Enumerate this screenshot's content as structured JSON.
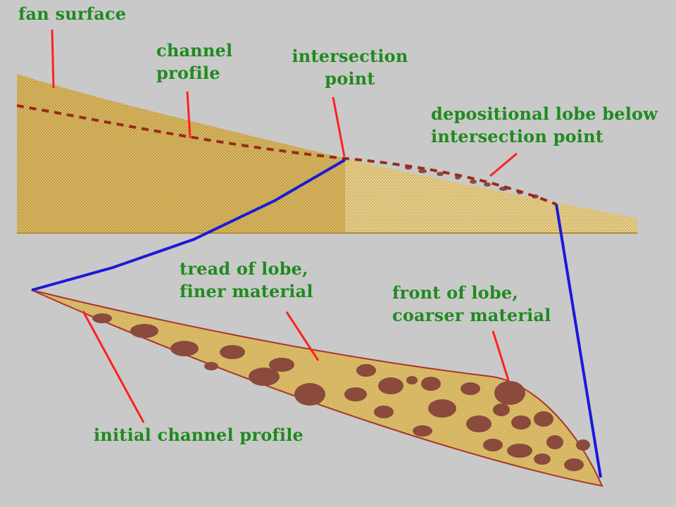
{
  "labels": {
    "fan_surface": "fan surface",
    "channel_profile": [
      "channel",
      "profile"
    ],
    "intersection_point": [
      "intersection",
      "point"
    ],
    "depositional_lobe": [
      "depositional lobe below",
      "intersection point"
    ],
    "tread_of_lobe": [
      "tread of lobe,",
      "finer material"
    ],
    "front_of_lobe": [
      "front of lobe,",
      "coarser material"
    ],
    "initial_channel_profile": "initial channel profile"
  },
  "colors": {
    "background": "#c9c9c9",
    "fan_fill": "#c9a44a",
    "fan_light": "#e6cf8e",
    "lobe_fill": "#d8b863",
    "coarse_clast": "#8a4a3c",
    "label_text": "#1f8a1f",
    "pointer_red": "#ff2020",
    "dashed_channel": "#9a2a1a",
    "blue_line": "#1a1ad8"
  }
}
